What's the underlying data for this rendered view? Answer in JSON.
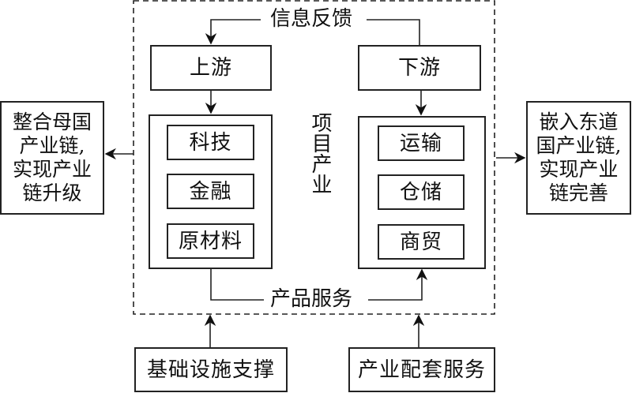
{
  "diagram": {
    "feedback_label": "信息反馈",
    "service_label": "产品服务",
    "project_label": "项目产业",
    "upstream": {
      "title": "上游",
      "items": [
        "科技",
        "金融",
        "原材料"
      ]
    },
    "downstream": {
      "title": "下游",
      "items": [
        "运输",
        "仓储",
        "商贸"
      ]
    },
    "left_outcome": "整合母国\n产业链,\n实现产业\n链升级",
    "right_outcome": "嵌入东道\n国产业链,\n实现产业\n链完善",
    "bottom_left": "基础设施支撑",
    "bottom_right": "产业配套服务"
  }
}
